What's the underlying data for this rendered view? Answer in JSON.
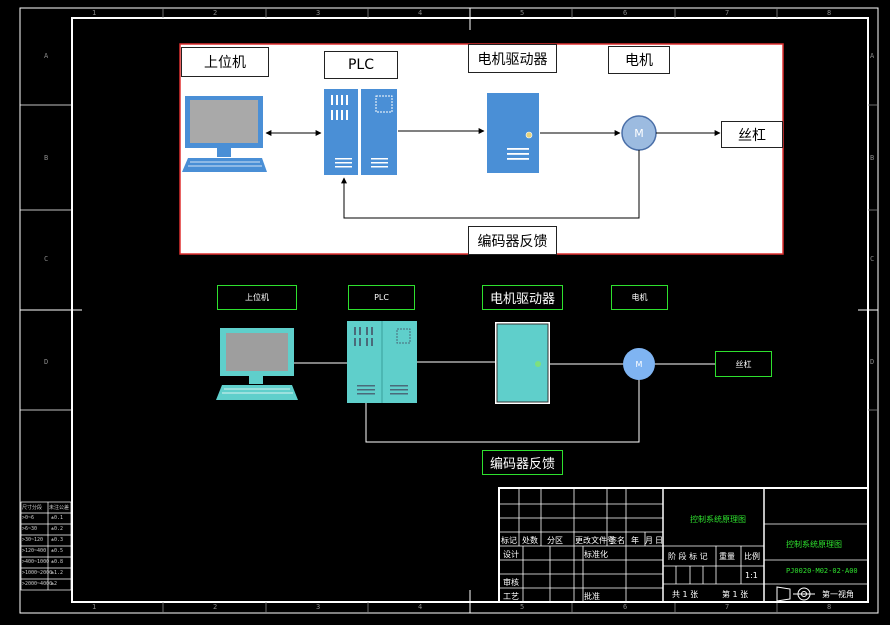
{
  "frame": {
    "col_numbers": [
      "1",
      "2",
      "3",
      "4",
      "5",
      "6",
      "7",
      "8"
    ],
    "row_letters": [
      "A",
      "B",
      "C",
      "D"
    ]
  },
  "top_diagram": {
    "pc_label": "上位机",
    "plc_label": "PLC",
    "driver_label": "电机驱动器",
    "motor_label": "电机",
    "motor_symbol": "M",
    "screw_label": "丝杠",
    "feedback_label": "编码器反馈"
  },
  "bottom_diagram": {
    "pc_label": "上位机",
    "plc_label": "PLC",
    "driver_label": "电机驱动器",
    "motor_label": "电机",
    "motor_symbol": "M",
    "screw_label": "丝杠",
    "feedback_label": "编码器反馈"
  },
  "title_block": {
    "drawing_title": "控制系统原理图",
    "drawing_title_2": "控制系统原理图",
    "drawing_number": "PJ0020-M02-02-A00",
    "row_headers": [
      "标记",
      "处数",
      "分区",
      "更改文件号",
      "签名",
      "年",
      "月",
      "日"
    ],
    "design": "设计",
    "standardization": "标准化",
    "review": "审核",
    "process": "工艺",
    "approve": "批准",
    "stage_mark": "阶 段 标 记",
    "weight": "重量",
    "scale": "比例",
    "scale_value": "1:1",
    "total_sheets": "共 1 张",
    "sheet_no": "第 1 张",
    "projection": "第一视角"
  },
  "left_table": {
    "rows": [
      "尺寸分段",
      ">0~6",
      ">6~30",
      ">30~120",
      ">120~400",
      ">400~1000",
      ">1000~2000",
      ">2000~4000"
    ],
    "values": [
      "未注公差",
      "±0.1",
      "±0.2",
      "±0.3",
      "±0.5",
      "±0.8",
      "±1.2",
      "±2"
    ]
  },
  "colors": {
    "background": "#000000",
    "frame": "#ffffff",
    "highlight_border": "#e03030",
    "device_blue": "#4a8fd6",
    "device_teal": "#5fcfcb",
    "green_border": "#2ee02e"
  }
}
